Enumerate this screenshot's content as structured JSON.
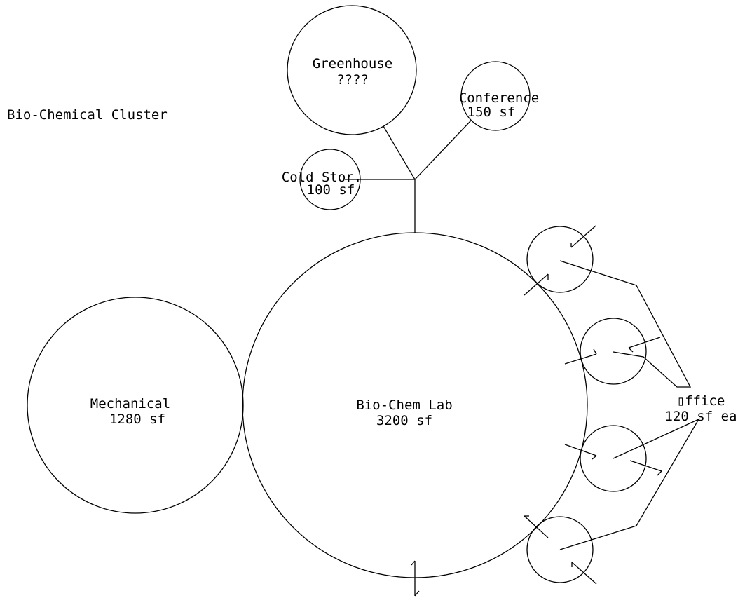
{
  "diagram_title": "Bio-Chemical Cluster",
  "rooms": {
    "greenhouse": {
      "name": "Greenhouse",
      "area": "????"
    },
    "conference": {
      "name": "Conference",
      "area": "150 sf"
    },
    "cold_storage": {
      "name": "Cold Stor.",
      "area": "100 sf"
    },
    "biochem_lab": {
      "name": "Bio-Chem Lab",
      "area": "3200 sf"
    },
    "mechanical": {
      "name": "Mechanical",
      "area": "1280 sf"
    },
    "office": {
      "name": "▯ffice",
      "area": "120 sf ea",
      "count": 4
    }
  },
  "colors": {
    "line": "#000000",
    "background": "#ffffff"
  }
}
